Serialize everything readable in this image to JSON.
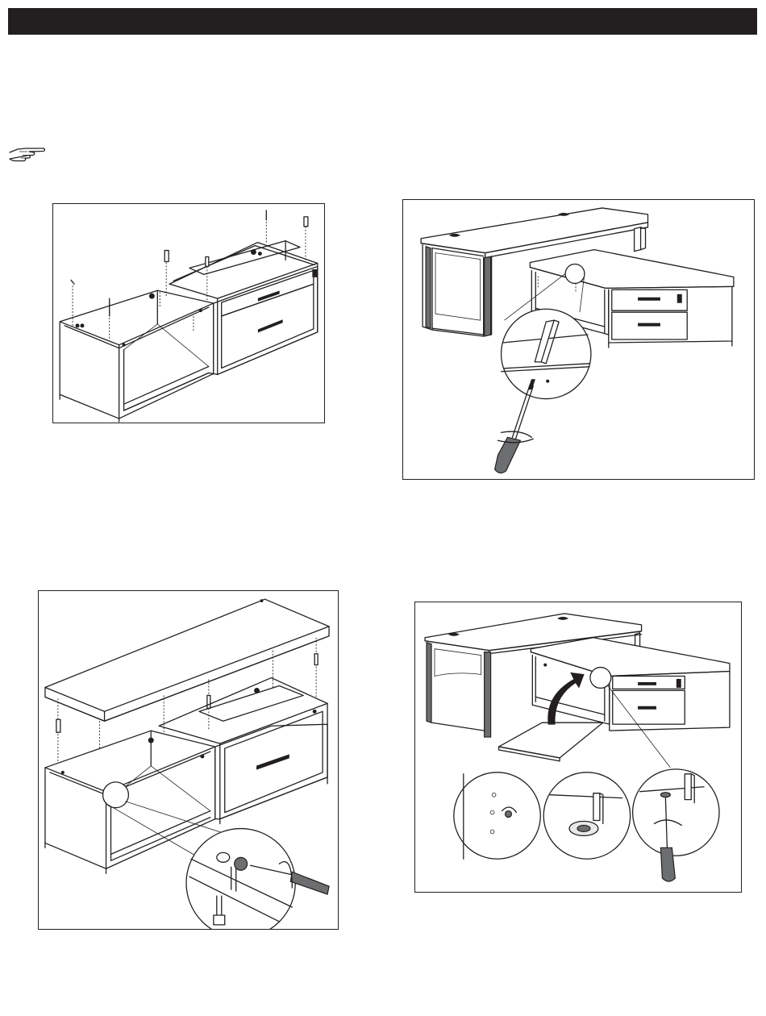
{
  "header": {
    "bar_color": "#231f20"
  },
  "note": {
    "icon": "pointing-hand-icon"
  },
  "steps": [
    {
      "id": "step-1",
      "illustration": "credenza-cabinets-with-cam-bolts"
    },
    {
      "id": "step-2",
      "illustration": "desk-return-attach-with-screwdriver"
    },
    {
      "id": "step-3",
      "illustration": "credenza-top-attach-with-cam-lock"
    },
    {
      "id": "step-4",
      "illustration": "shelf-insert-and-lock"
    }
  ]
}
